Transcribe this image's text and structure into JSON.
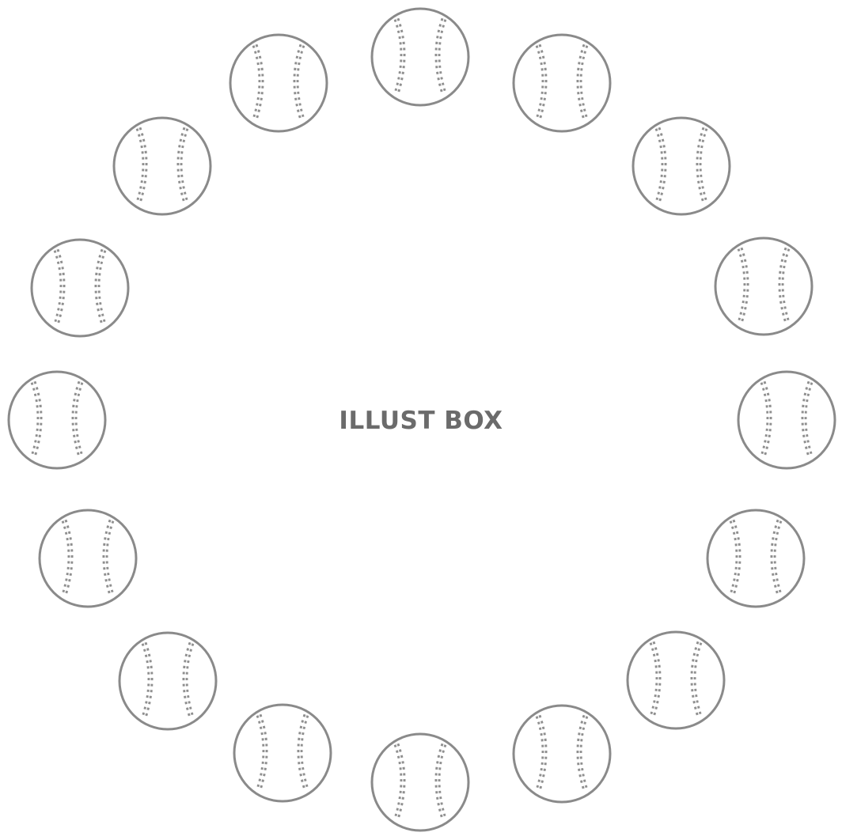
{
  "watermark": {
    "text": "ILLUST BOX",
    "color": "#6b6b6b"
  },
  "illustration": {
    "motif": "baseball-icon",
    "count": 16,
    "arrangement": "ring",
    "line_color": "#8a8a8a",
    "stitch_color": "#8f8f8f",
    "background": "#ffffff"
  }
}
